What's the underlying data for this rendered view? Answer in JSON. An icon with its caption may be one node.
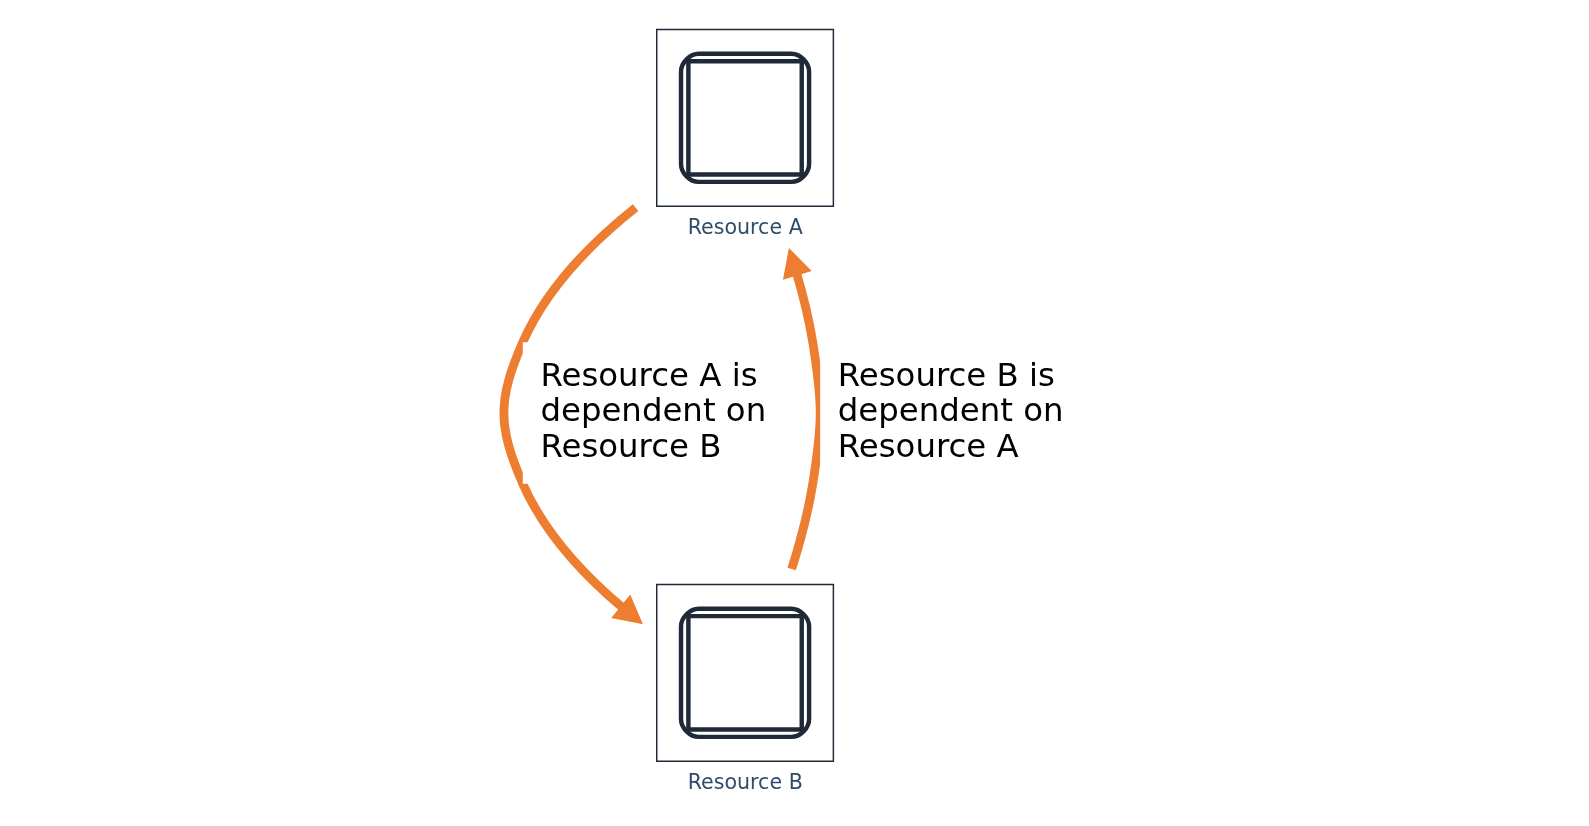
{
  "diagram": {
    "nodes": [
      {
        "text": [
          "Resource A"
        ]
      },
      {
        "text": [
          "Resource B"
        ]
      }
    ],
    "edges": [
      {
        "from": 0,
        "to": 1,
        "arrow": "to",
        "label": "Resource A is dependent on Resource B"
      },
      {
        "from": 1,
        "to": 0,
        "arrow": "to",
        "label": "Resource B is dependent on Resource A"
      }
    ]
  }
}
